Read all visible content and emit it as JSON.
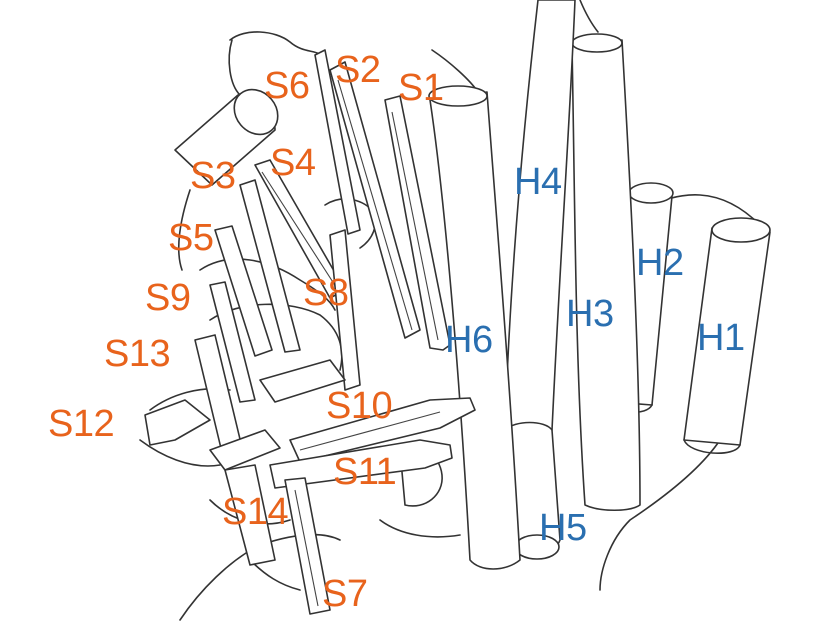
{
  "colors": {
    "strand_label": "#e8631c",
    "helix_label": "#2a6fb0",
    "outline": "#333333",
    "background": "#ffffff"
  },
  "strand_labels": [
    {
      "key": "S1",
      "text": "S1"
    },
    {
      "key": "S2",
      "text": "S2"
    },
    {
      "key": "S3",
      "text": "S3"
    },
    {
      "key": "S4",
      "text": "S4"
    },
    {
      "key": "S5",
      "text": "S5"
    },
    {
      "key": "S6",
      "text": "S6"
    },
    {
      "key": "S7",
      "text": "S7"
    },
    {
      "key": "S8",
      "text": "S8"
    },
    {
      "key": "S9",
      "text": "S9"
    },
    {
      "key": "S10",
      "text": "S10"
    },
    {
      "key": "S11",
      "text": "S11"
    },
    {
      "key": "S12",
      "text": "S12"
    },
    {
      "key": "S13",
      "text": "S13"
    },
    {
      "key": "S14",
      "text": "S14"
    }
  ],
  "helix_labels": [
    {
      "key": "H1",
      "text": "H1"
    },
    {
      "key": "H2",
      "text": "H2"
    },
    {
      "key": "H3",
      "text": "H3"
    },
    {
      "key": "H4",
      "text": "H4"
    },
    {
      "key": "H5",
      "text": "H5"
    },
    {
      "key": "H6",
      "text": "H6"
    }
  ]
}
